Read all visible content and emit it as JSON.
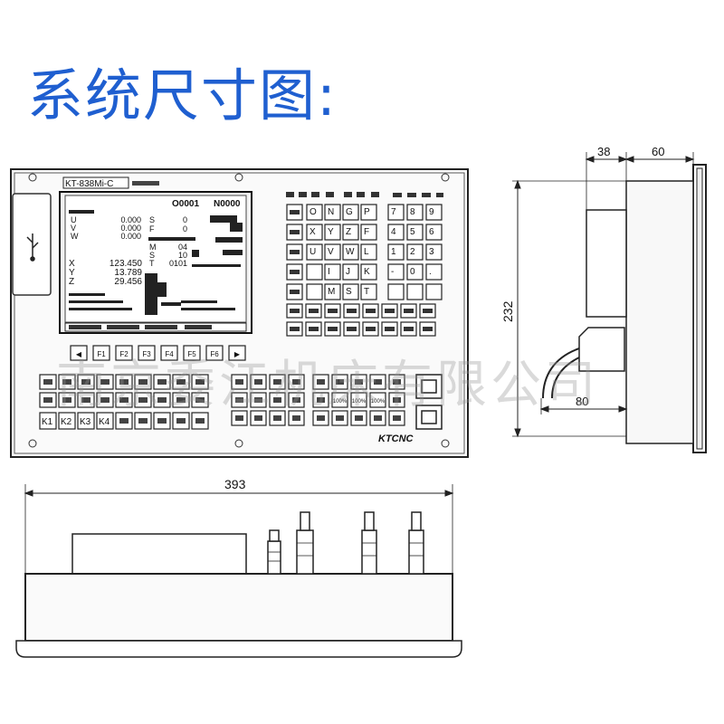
{
  "title": "系统尺寸图:",
  "watermark": "南京委江机床有限公司",
  "panel": {
    "model_label": "KT-838Mi-C",
    "program_no": "O0001",
    "seq_no": "N0000",
    "axes": [
      {
        "name": "U",
        "value": "0.000"
      },
      {
        "name": "V",
        "value": "0.000"
      },
      {
        "name": "W",
        "value": "0.000"
      }
    ],
    "params": [
      {
        "name": "S",
        "value": "0"
      },
      {
        "name": "F",
        "value": "0"
      },
      {
        "name": "M",
        "value": "04"
      },
      {
        "name": "S",
        "value": "10"
      },
      {
        "name": "T",
        "value": "0101"
      }
    ],
    "coords": [
      {
        "name": "X",
        "value": "123.450"
      },
      {
        "name": "Y",
        "value": "13.789"
      },
      {
        "name": "Z",
        "value": "29.456"
      }
    ],
    "softkeys": [
      "◀",
      "F1",
      "F2",
      "F3",
      "F4",
      "F5",
      "F6",
      "▶"
    ],
    "keypad_rows": [
      [
        "O",
        "N",
        "G",
        "P",
        "7",
        "8",
        "9"
      ],
      [
        "X",
        "Y",
        "Z",
        "F",
        "4",
        "5",
        "6"
      ],
      [
        "U",
        "V",
        "W",
        "L",
        "1",
        "2",
        "3"
      ],
      [
        "",
        "I",
        "J",
        "K",
        "-",
        "0",
        "."
      ],
      [
        "",
        "M",
        "S",
        "T",
        "",
        "",
        ""
      ]
    ],
    "k_keys": [
      "K1",
      "K2",
      "K3",
      "K4"
    ],
    "pct_keys": [
      "100%",
      "100%",
      "100%"
    ],
    "brand": "KTCNC"
  },
  "dimensions": {
    "side_depth_a": "38",
    "side_depth_b": "60",
    "height": "232",
    "cable": "80",
    "width": "393"
  }
}
